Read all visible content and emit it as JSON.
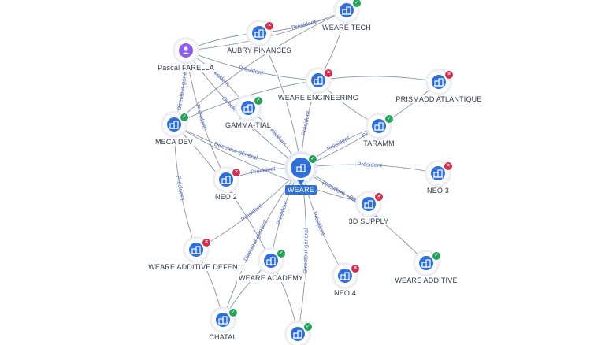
{
  "nodes": [
    {
      "id": "weare",
      "label": "WEARE",
      "type": "company",
      "status": "ok",
      "center": true
    },
    {
      "id": "weare_tech",
      "label": "WEARE TECH",
      "type": "company",
      "status": "ok"
    },
    {
      "id": "aubry",
      "label": "AUBRY FINANCES",
      "type": "company",
      "status": "ko"
    },
    {
      "id": "pascal",
      "label": "Pascal FARELLA",
      "type": "person",
      "status": ""
    },
    {
      "id": "weare_eng",
      "label": "WEARE ENGINEERING",
      "type": "company",
      "status": "ko"
    },
    {
      "id": "prismadd",
      "label": "PRISMADD ATLANTIQUE",
      "type": "company",
      "status": "ko"
    },
    {
      "id": "gamma",
      "label": "GAMMA-TIAL",
      "type": "company",
      "status": "ok"
    },
    {
      "id": "meca",
      "label": "MECA DEV",
      "type": "company",
      "status": "ok"
    },
    {
      "id": "taramm",
      "label": "TARAMM",
      "type": "company",
      "status": "ok"
    },
    {
      "id": "neo3",
      "label": "NEO 3",
      "type": "company",
      "status": "ko"
    },
    {
      "id": "neo2",
      "label": "NEO 2",
      "type": "company",
      "status": "ko"
    },
    {
      "id": "supply3d",
      "label": "3D SUPPLY",
      "type": "company",
      "status": "ko"
    },
    {
      "id": "weare_add_def",
      "label": "WEARE ADDITIVE DEFEN...",
      "type": "company",
      "status": "ko"
    },
    {
      "id": "weare_academy",
      "label": "WEARE ACADEMY",
      "type": "company",
      "status": "ok"
    },
    {
      "id": "weare_additive",
      "label": "WEARE ADDITIVE",
      "type": "company",
      "status": "ok"
    },
    {
      "id": "neo4",
      "label": "NEO 4",
      "type": "company",
      "status": "ko"
    },
    {
      "id": "chatal",
      "label": "CHATAL",
      "type": "company",
      "status": "ok"
    },
    {
      "id": "bottom",
      "label": "",
      "type": "company",
      "status": "ok"
    }
  ],
  "edges": [
    {
      "from": "aubry",
      "to": "weare_tech",
      "label": "Président"
    },
    {
      "from": "aubry",
      "to": "weare",
      "label": ""
    },
    {
      "from": "pascal",
      "to": "weare_tech",
      "label": ""
    },
    {
      "from": "pascal",
      "to": "aubry",
      "label": ""
    },
    {
      "from": "pascal",
      "to": "weare",
      "label": "Directeur général"
    },
    {
      "from": "pascal",
      "to": "gamma",
      "label": "Président"
    },
    {
      "from": "pascal",
      "to": "weare_eng",
      "label": "Président"
    },
    {
      "from": "pascal",
      "to": "meca",
      "label": "Directeur général"
    },
    {
      "from": "pascal",
      "to": "neo2",
      "label": "Président"
    },
    {
      "from": "weare_tech",
      "to": "weare_eng",
      "label": ""
    },
    {
      "from": "weare_tech",
      "to": "meca",
      "label": ""
    },
    {
      "from": "weare",
      "to": "weare_eng",
      "label": "Président"
    },
    {
      "from": "weare",
      "to": "gamma",
      "label": "Président"
    },
    {
      "from": "weare",
      "to": "taramm",
      "label": "Président"
    },
    {
      "from": "weare",
      "to": "prismadd",
      "label": "Président"
    },
    {
      "from": "weare",
      "to": "neo3",
      "label": "Président"
    },
    {
      "from": "weare",
      "to": "neo2",
      "label": "Président"
    },
    {
      "from": "weare",
      "to": "meca",
      "label": "Directeur général"
    },
    {
      "from": "weare",
      "to": "supply3d",
      "label": "Président"
    },
    {
      "from": "weare",
      "to": "weare_add_def",
      "label": "Président"
    },
    {
      "from": "weare",
      "to": "weare_academy",
      "label": "Président"
    },
    {
      "from": "weare",
      "to": "weare_additive",
      "label": "Directeur général"
    },
    {
      "from": "weare",
      "to": "neo4",
      "label": "Président"
    },
    {
      "from": "weare",
      "to": "bottom",
      "label": "Directeur général"
    },
    {
      "from": "weare",
      "to": "chatal",
      "label": "Directeur général"
    },
    {
      "from": "meca",
      "to": "weare_eng",
      "label": ""
    },
    {
      "from": "meca",
      "to": "weare_add_def",
      "label": "Président"
    },
    {
      "from": "meca",
      "to": "weare_academy",
      "label": "Président"
    },
    {
      "from": "meca",
      "to": "supply3d",
      "label": ""
    },
    {
      "from": "weare_eng",
      "to": "prismadd",
      "label": ""
    },
    {
      "from": "weare_eng",
      "to": "taramm",
      "label": ""
    },
    {
      "from": "weare_add_def",
      "to": "chatal",
      "label": ""
    },
    {
      "from": "weare_academy",
      "to": "chatal",
      "label": ""
    },
    {
      "from": "weare_academy",
      "to": "bottom",
      "label": ""
    }
  ]
}
